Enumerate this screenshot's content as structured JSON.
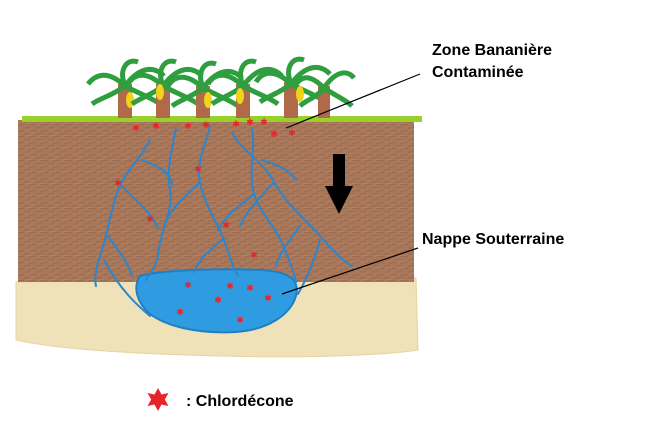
{
  "labels": {
    "zone_line1": "Zone Bananière",
    "zone_line2": "Contaminée",
    "nappe": "Nappe Souterraine"
  },
  "legend": {
    "text": ": Chlordécone",
    "marker_icon": "red-star-icon"
  },
  "colors": {
    "soil": "#a9785a",
    "grass": "#9ad02c",
    "sand": "#efe1b8",
    "water": "#2f9be0",
    "roots": "#2d85cc",
    "chlordecone": "#e8242a",
    "arrow": "#000000"
  }
}
